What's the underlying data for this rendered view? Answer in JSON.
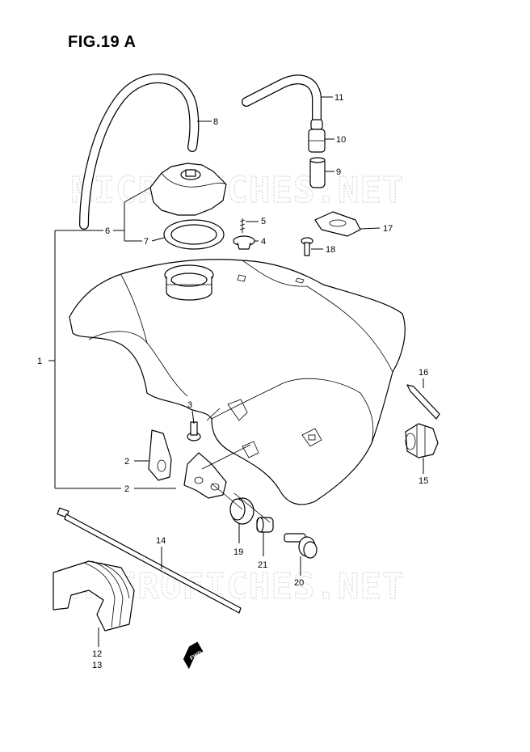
{
  "figure": {
    "title": "FIG.19 A",
    "watermark_top": "MICROFICHES.NET",
    "watermark_bottom": "MICROFICHES.NET"
  },
  "callouts": {
    "c1": "1",
    "c2a": "2",
    "c2b": "2",
    "c3": "3",
    "c4": "4",
    "c5": "5",
    "c6": "6",
    "c7": "7",
    "c8": "8",
    "c9": "9",
    "c10": "10",
    "c11": "11",
    "c12": "12",
    "c13": "13",
    "c14": "14",
    "c15": "15",
    "c16": "16",
    "c17": "17",
    "c18": "18",
    "c19": "19",
    "c20": "20",
    "c21": "21"
  },
  "direction_marker": {
    "text": "FWD"
  },
  "colors": {
    "ink": "#000000",
    "watermark": "#d9d9d9",
    "paper": "#ffffff"
  }
}
